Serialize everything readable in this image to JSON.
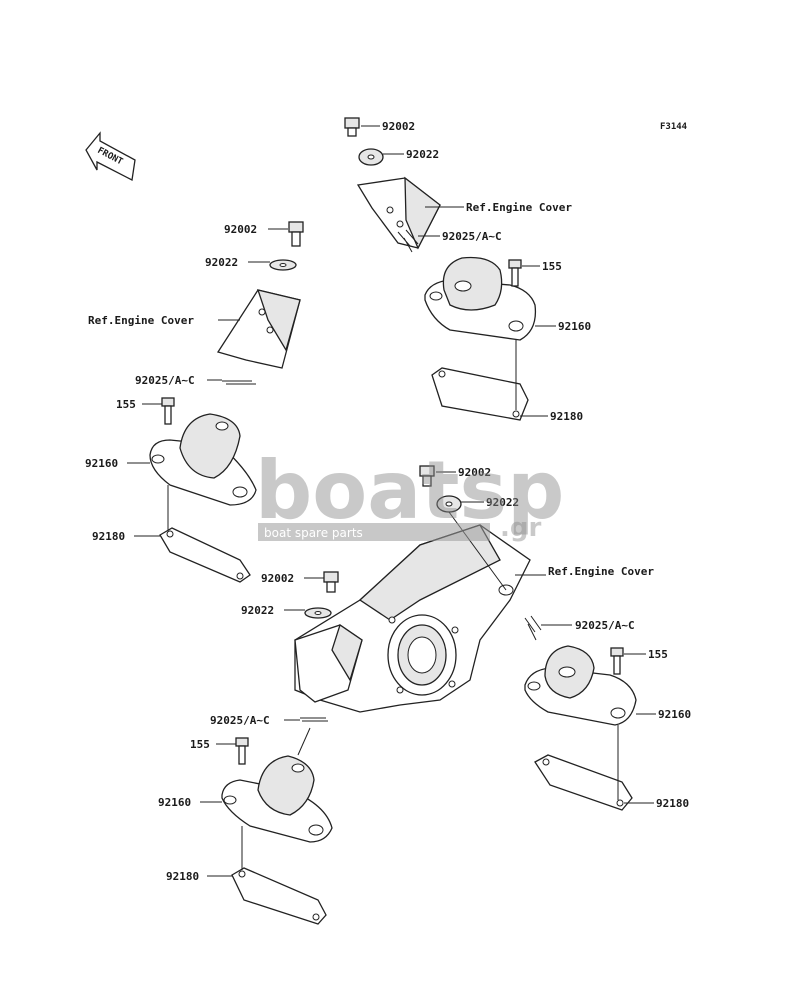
{
  "figure_code": "F3144",
  "front_arrow_label": "FRONT",
  "watermark": {
    "brand": "boatsp",
    "domain_suffix": ".gr",
    "tagline": "boat spare parts"
  },
  "colors": {
    "line": "#222222",
    "watermark": "#8a8a8a",
    "background": "#ffffff"
  },
  "labels": {
    "tr_92002": "92002",
    "tr_92022": "92022",
    "tr_ref": "Ref.Engine Cover",
    "tr_92025": "92025/A~C",
    "tr_155": "155",
    "tr_92160": "92160",
    "tr_92180": "92180",
    "tl_92002": "92002",
    "tl_92022": "92022",
    "tl_ref": "Ref.Engine Cover",
    "tl_92025": "92025/A~C",
    "tl_155": "155",
    "tl_92160": "92160",
    "tl_92180": "92180",
    "c_92002": "92002",
    "c_92022": "92022",
    "c_ref": "Ref.Engine Cover",
    "ml_92002": "92002",
    "ml_92022": "92022",
    "br_92025": "92025/A~C",
    "br_155": "155",
    "br_92160": "92160",
    "br_92180": "92180",
    "bl_92025": "92025/A~C",
    "bl_155": "155",
    "bl_92160": "92160",
    "bl_92180": "92180"
  }
}
